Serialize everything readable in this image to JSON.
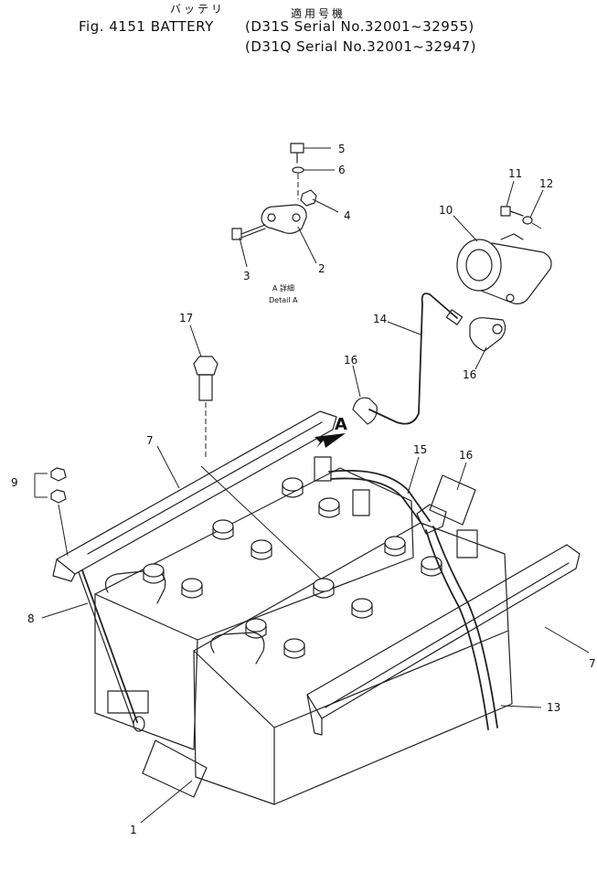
{
  "header": {
    "jp_title": "バッテリ",
    "jp_applicability": "適用号機",
    "fig_label": "Fig. 4151 BATTERY",
    "serial_d31s": "(D31S Serial No.32001~32955)",
    "serial_d31q": "(D31Q Serial No.32001~32947)"
  },
  "detail": {
    "jp_label": "A 詳細",
    "en_label": "Detail A",
    "view_letter": "A"
  },
  "callouts": [
    "1",
    "2",
    "3",
    "4",
    "5",
    "6",
    "7",
    "7",
    "8",
    "9",
    "10",
    "11",
    "12",
    "13",
    "14",
    "15",
    "16",
    "16",
    "16",
    "17"
  ]
}
